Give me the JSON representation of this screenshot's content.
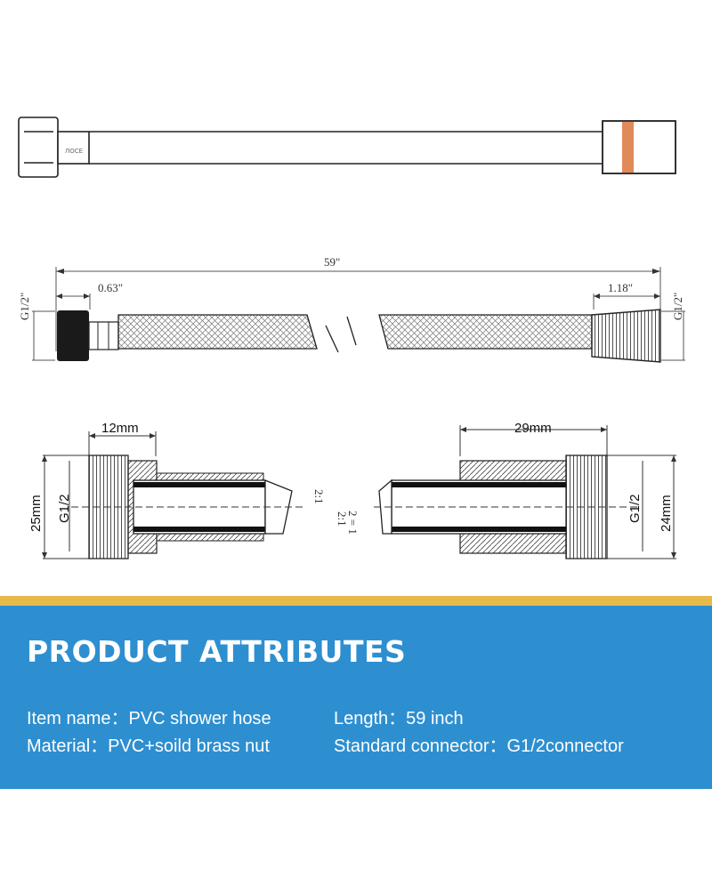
{
  "diagram": {
    "dimensions": {
      "overall_length": "59\"",
      "nut_width": "0.63\"",
      "cone_width": "1.18\"",
      "thread_left": "G1/2\"",
      "thread_right": "G1/2\""
    },
    "left_detail": {
      "width_label": "12mm",
      "height_label": "25mm",
      "thread_label": "G1/2",
      "ratio_label": "2:1"
    },
    "right_detail": {
      "width_label": "29mm",
      "height_label": "24mm",
      "thread_label": "G1/2",
      "ratio_label": "2:1"
    },
    "center_symbol": "2 = 1"
  },
  "colors": {
    "accent_blue": "#2d8fd0",
    "gold_strip": "#e6b94a",
    "orange_band": "#e08a5a"
  },
  "attributes": {
    "title": "PRODUCT ATTRIBUTES",
    "item_name": "Item name：PVC shower hose",
    "length": "Length：59 inch",
    "material": "Material：PVC+soild brass nut",
    "connector": "Standard connector：G1/2connector"
  }
}
